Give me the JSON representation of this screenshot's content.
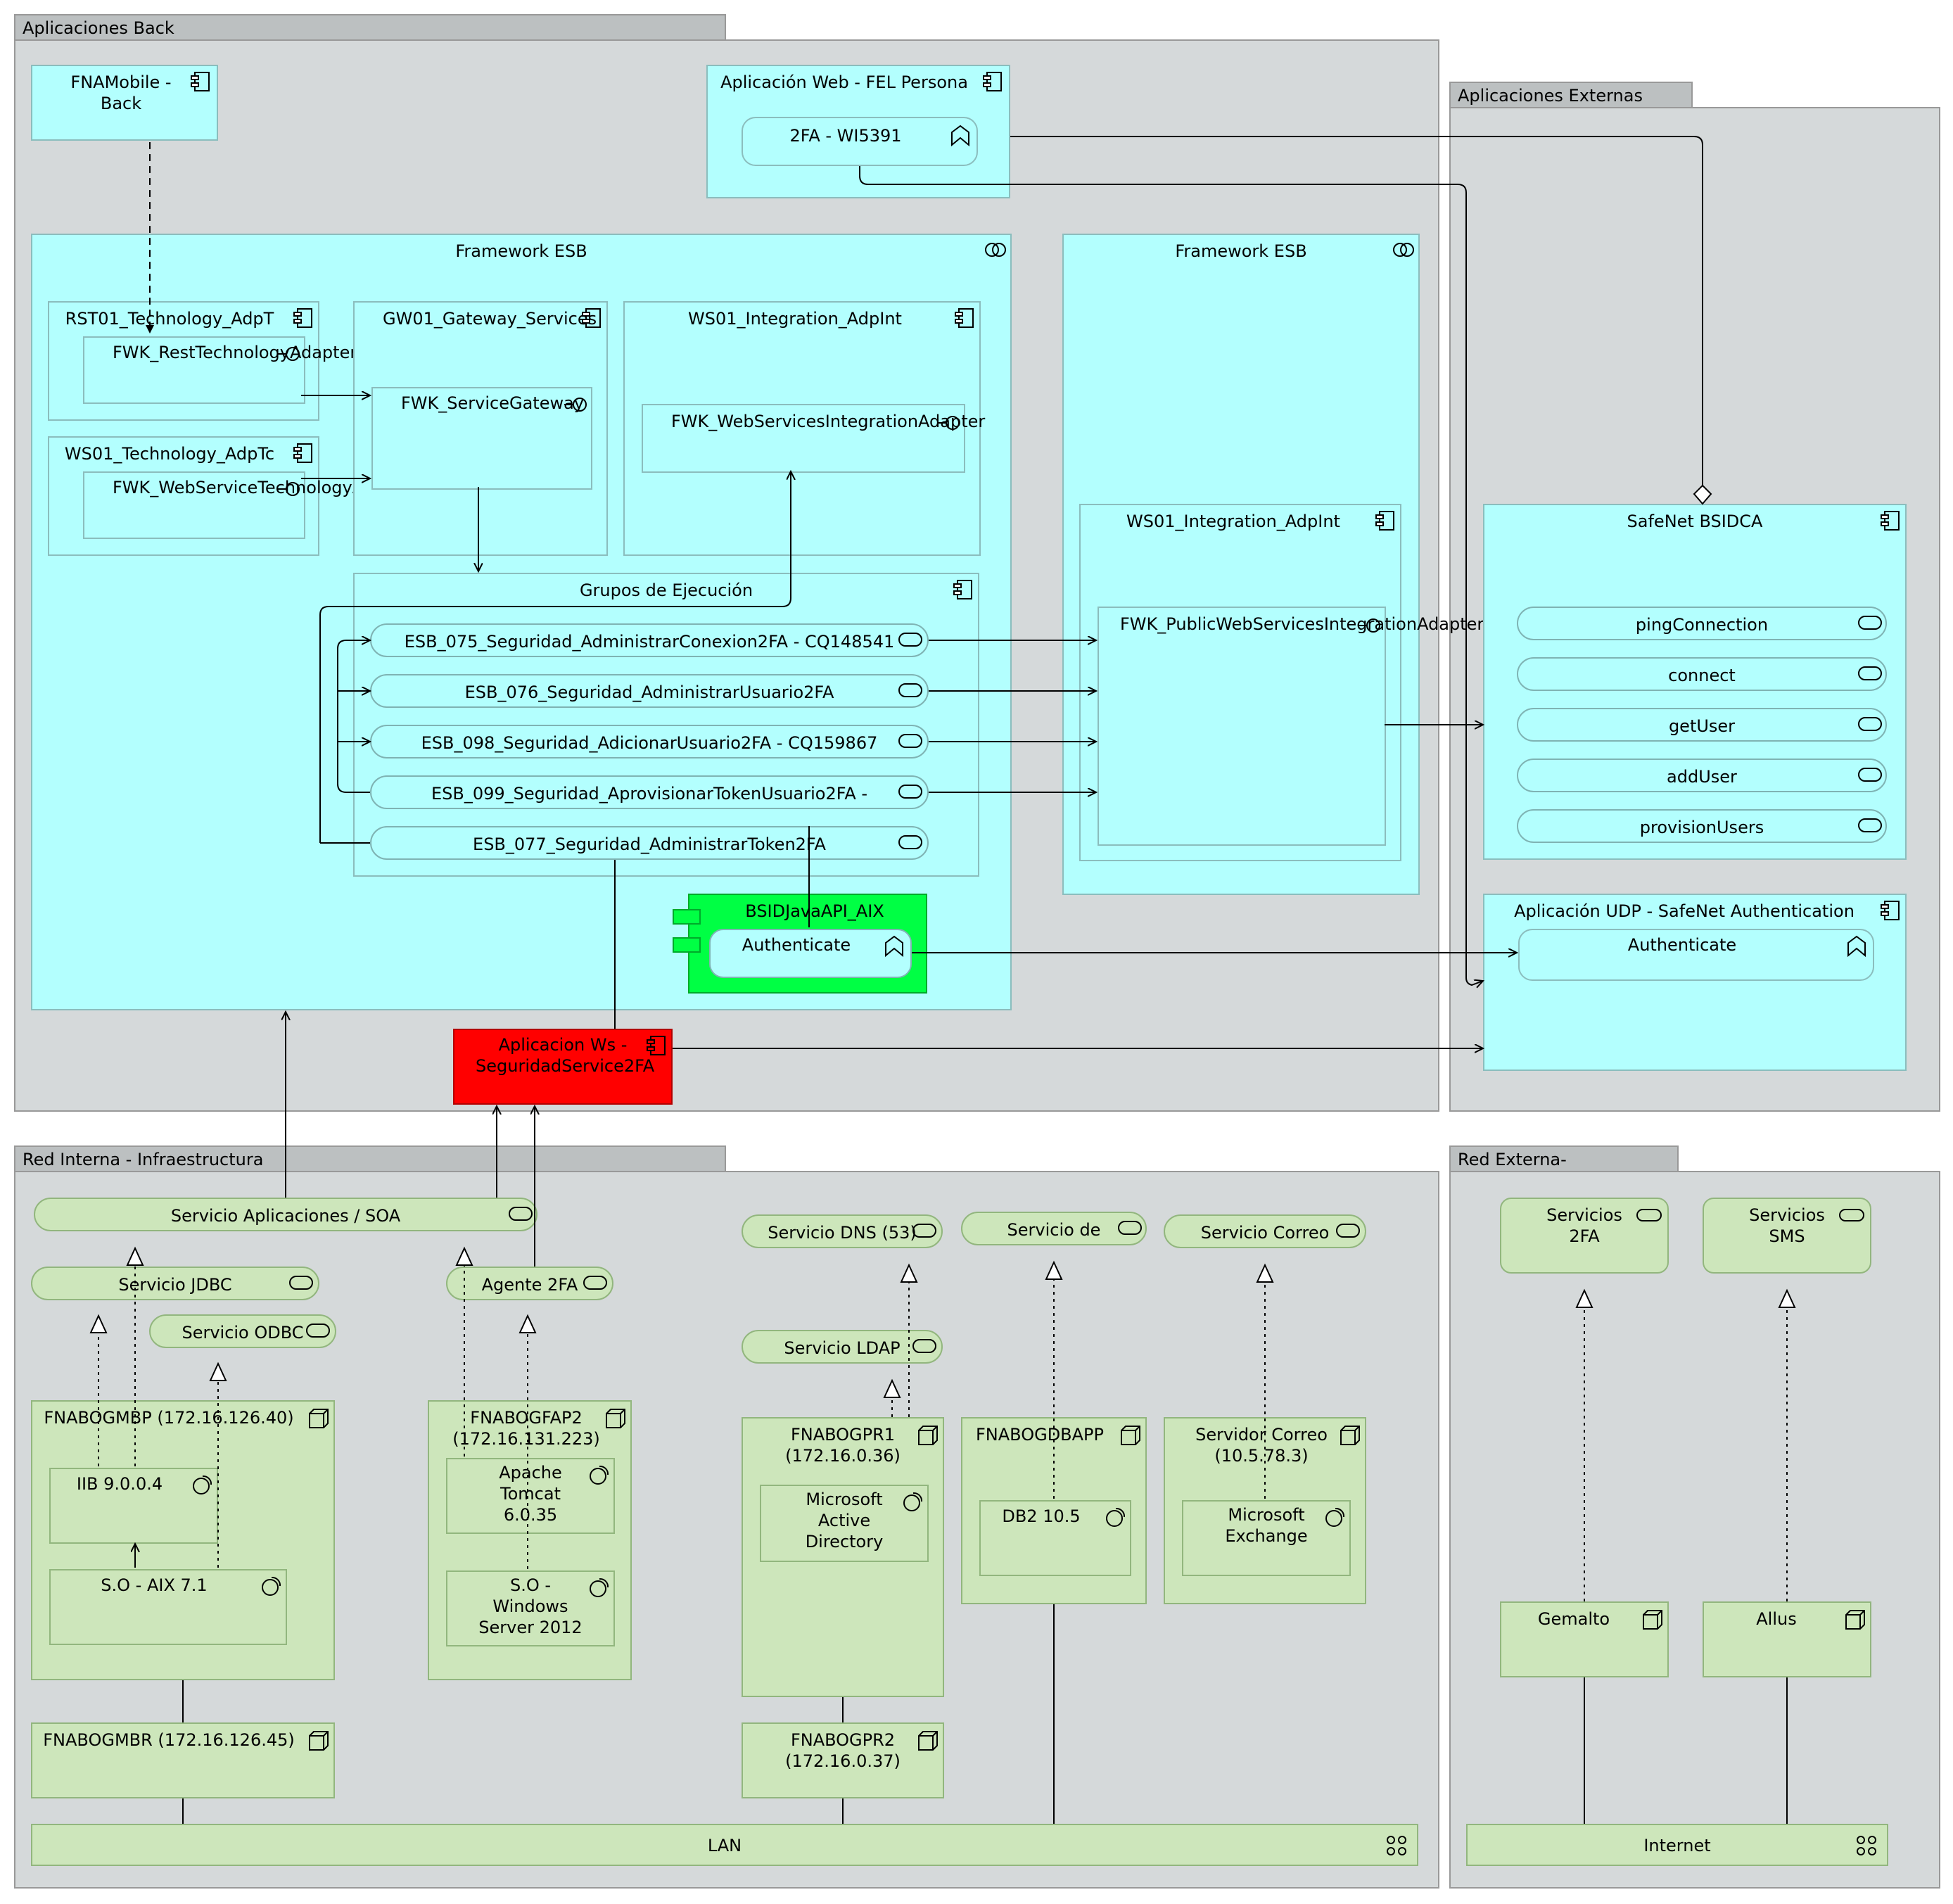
{
  "groups": {
    "apps_back": "Aplicaciones Back",
    "apps_ext": "Aplicaciones Externas",
    "red_interna": "Red Interna - Infraestructura",
    "red_externa": "Red Externa- Infraestructura"
  },
  "components": {
    "fnamobile": "FNAMobile - Back",
    "app_web_fel": "Aplicación Web - FEL Persona",
    "twofa_wi": "2FA - WI5391",
    "framework_esb_left": "Framework ESB",
    "framework_esb_right": "Framework ESB",
    "rst01": "RST01_Technology_AdpT",
    "fwk_rest": "FWK_RestTechnologyAdapter",
    "ws01_tech": "WS01_Technology_AdpTc",
    "fwk_wstech": "FWK_WebServiceTechnologyAdapter",
    "gw01": "GW01_Gateway_Services",
    "fwk_gateway": "FWK_ServiceGateway",
    "ws01_int_left": "WS01_Integration_AdpInt",
    "fwk_wsint": "FWK_WebServicesIntegrationAdapter",
    "ws01_int_right": "WS01_Integration_AdpInt",
    "fwk_public": "FWK_PublicWebServicesIntegrationAdapter",
    "grupos": "Grupos de Ejecución",
    "esb_075": "ESB_075_Seguridad_AdministrarConexion2FA - CQ148541",
    "esb_076": "ESB_076_Seguridad_AdministrarUsuario2FA",
    "esb_098": "ESB_098_Seguridad_AdicionarUsuario2FA - CQ159867",
    "esb_099": "ESB_099_Seguridad_AprovisionarTokenUsuario2FA -",
    "esb_077": "ESB_077_Seguridad_AdministrarToken2FA",
    "bsid": "BSIDJavaAPI_AIX",
    "authenticate_bsid": "Authenticate",
    "aplicacion_ws": "Aplicacion Ws - SeguridadService2FA",
    "safenet": "SafeNet BSIDCA",
    "safenet_services": [
      "pingConnection",
      "connect",
      "getUser",
      "addUser",
      "provisionUsers"
    ],
    "udp": "Aplicación UDP - SafeNet Authentication",
    "authenticate_udp": "Authenticate"
  },
  "infra": {
    "srv_soa": "Servicio Aplicaciones / SOA",
    "srv_jdbc": "Servicio JDBC",
    "srv_odbc": "Servicio ODBC",
    "agente_2fa": "Agente 2FA",
    "srv_dns": "Servicio DNS (53)",
    "srv_de": "Servicio de",
    "srv_correo": "Servicio Correo",
    "srv_ldap": "Servicio LDAP",
    "fnabogmbp": "FNABOGMBP (172.16.126.40)",
    "iib": "IIB 9.0.0.4",
    "so_aix": "S.O - AIX 7.1",
    "fnabogfap2": "FNABOGFAP2 (172.16.131.223)",
    "tomcat": "Apache Tomcat 6.0.35",
    "so_win": "S.O - Windows Server 2012",
    "fnabogpr1": "FNABOGPR1 (172.16.0.36)",
    "msad": "Microsoft Active Directory",
    "fnabogdbapp": "FNABOGDBAPP",
    "db2": "DB2 10.5",
    "servidor_correo": "Servidor Correo (10.5.78.3)",
    "exchange": "Microsoft Exchange",
    "fnabogmbr": "FNABOGMBR (172.16.126.45)",
    "fnabogpr2": "FNABOGPR2 (172.16.0.37)",
    "lan": "LAN",
    "srv_2fa": "Servicios 2FA",
    "srv_sms": "Servicios SMS",
    "gemalto": "Gemalto",
    "allus": "Allus",
    "internet": "Internet"
  },
  "colors": {
    "app": "#b3fffe",
    "tech": "#cde6bb",
    "group": "#d5d9da",
    "alert": "#ff0000",
    "node_green": "#00ff44"
  }
}
